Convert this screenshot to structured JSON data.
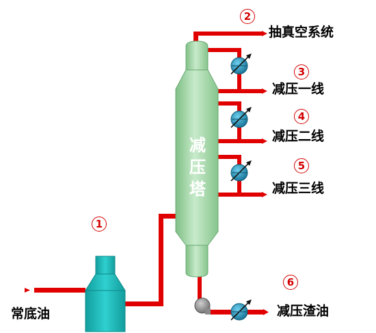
{
  "tower": {
    "chars": [
      "减",
      "压",
      "塔"
    ]
  },
  "streams": {
    "s1": {
      "num": "1",
      "label": "常底油"
    },
    "s2": {
      "num": "2",
      "label": "抽真空系统"
    },
    "s3": {
      "num": "3",
      "label": "减压一线"
    },
    "s4": {
      "num": "4",
      "label": "减压二线"
    },
    "s5": {
      "num": "5",
      "label": "减压三线"
    },
    "s6": {
      "num": "6",
      "label": "减压渣油"
    }
  },
  "colors": {
    "pipe": "#e00000",
    "tower": "#a9dcae",
    "furnace": "#1fb7b7",
    "exchanger": "#1a7fa0",
    "pump": "#8c8c8c",
    "marker": "#d40000"
  }
}
